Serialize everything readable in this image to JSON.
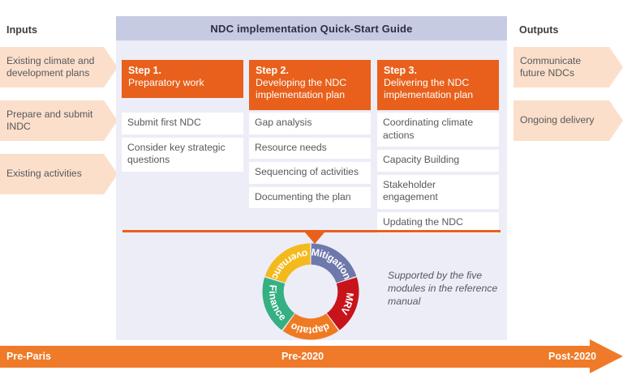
{
  "inputs": {
    "heading": "Inputs",
    "items": [
      "Existing climate and development plans",
      "Prepare and submit INDC",
      "Existing activities"
    ]
  },
  "outputs": {
    "heading": "Outputs",
    "items": [
      "Communicate future NDCs",
      "Ongoing delivery"
    ]
  },
  "panel": {
    "title": "NDC implementation Quick-Start Guide",
    "header_bg": "#c6cae3",
    "body_bg": "#ecedf7",
    "steps": [
      {
        "number": "Step 1.",
        "title": "Preparatory work",
        "items": [
          "Submit first NDC",
          "Consider key strategic questions"
        ]
      },
      {
        "number": "Step 2.",
        "title": "Developing the NDC implementation plan",
        "items": [
          "Gap analysis",
          "Resource needs",
          "Sequencing of activities",
          "Documenting the plan"
        ]
      },
      {
        "number": "Step 3.",
        "title": "Delivering the NDC implementation plan",
        "items": [
          "Coordinating climate actions",
          "Capacity Building",
          "Stakeholder engagement",
          "Updating the NDC"
        ]
      }
    ],
    "note": "Supported by the five modules in the reference manual"
  },
  "chart_data": {
    "type": "pie",
    "title": "",
    "categories": [
      "Mitigation",
      "MRV",
      "Adaptation",
      "Finance",
      "Governance"
    ],
    "values": [
      20,
      20,
      20,
      20,
      20
    ],
    "colors": [
      "#6f78ab",
      "#c8131b",
      "#f07a22",
      "#35b083",
      "#f4b91c"
    ],
    "start_angle_deg": 0,
    "inner_radius_ratio": 0.56,
    "legend": "none",
    "labels_inside": true
  },
  "timeline": {
    "labels": [
      "Pre-Paris",
      "Pre-2020",
      "Post-2020"
    ],
    "color": "#ef7a29"
  },
  "theme": {
    "orange": "#e8601c",
    "arrow_fill": "#fbdfcb",
    "text": "#58585a"
  }
}
